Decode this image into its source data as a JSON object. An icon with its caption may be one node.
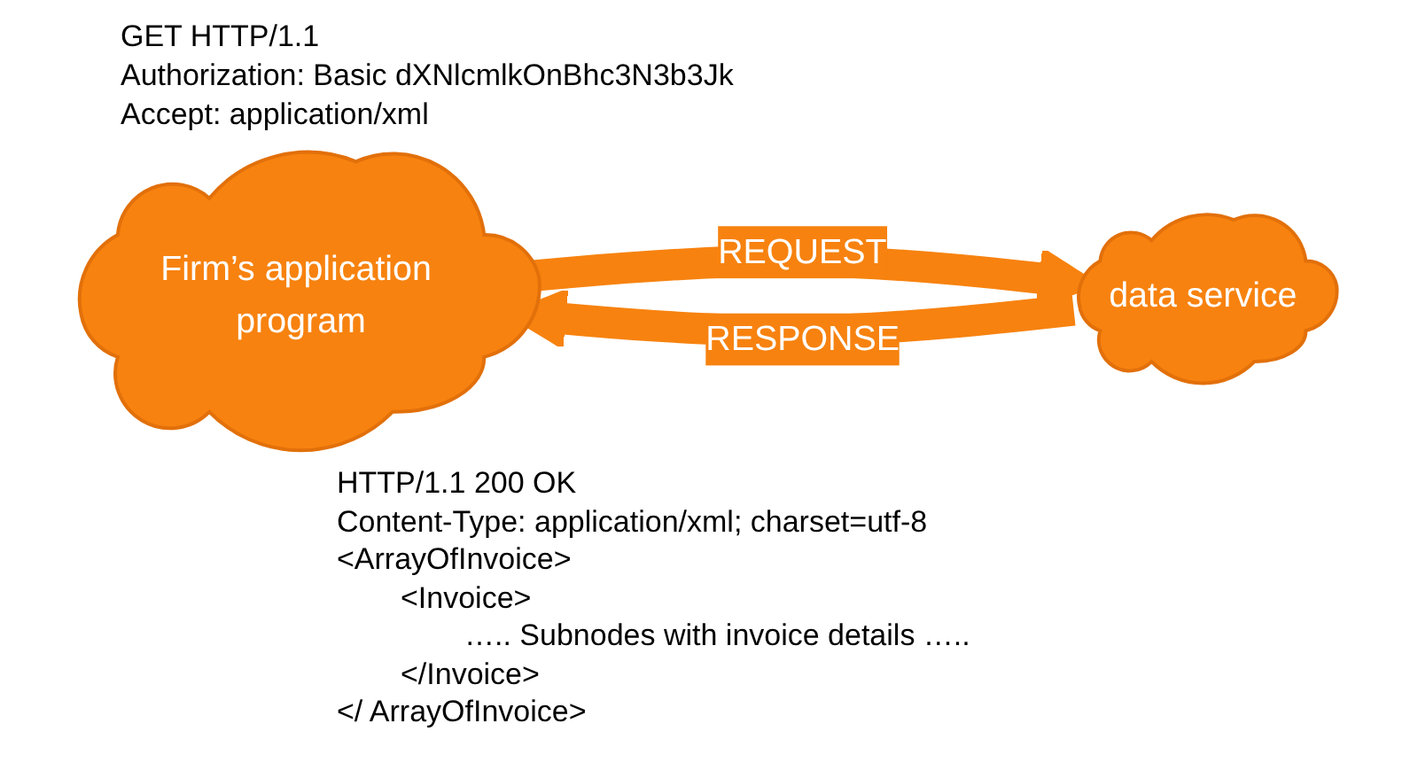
{
  "diagram": {
    "nodes": [
      {
        "text": [
          "Firm’s application program"
        ]
      },
      {
        "text": [
          "data service"
        ]
      }
    ],
    "edges": [
      {
        "from": 0,
        "to": 1,
        "arrow": "to",
        "label": "REQUEST"
      },
      {
        "from": 1,
        "to": 0,
        "arrow": "to",
        "label": "RESPONSE"
      }
    ],
    "labels": [
      "GET HTTP/1.1",
      "Authorization: Basic dXNlcmlkOnBhc3N3b3Jk",
      "Accept: application/xml",
      "HTTP/1.1 200 OK",
      "Content-Type: application/xml; charset=utf-8",
      "<ArrayOfInvoice>",
      "<Invoice>",
      "….. Subnodes with invoice details …..",
      "</Invoice>",
      "</ ArrayOfInvoice>"
    ]
  }
}
